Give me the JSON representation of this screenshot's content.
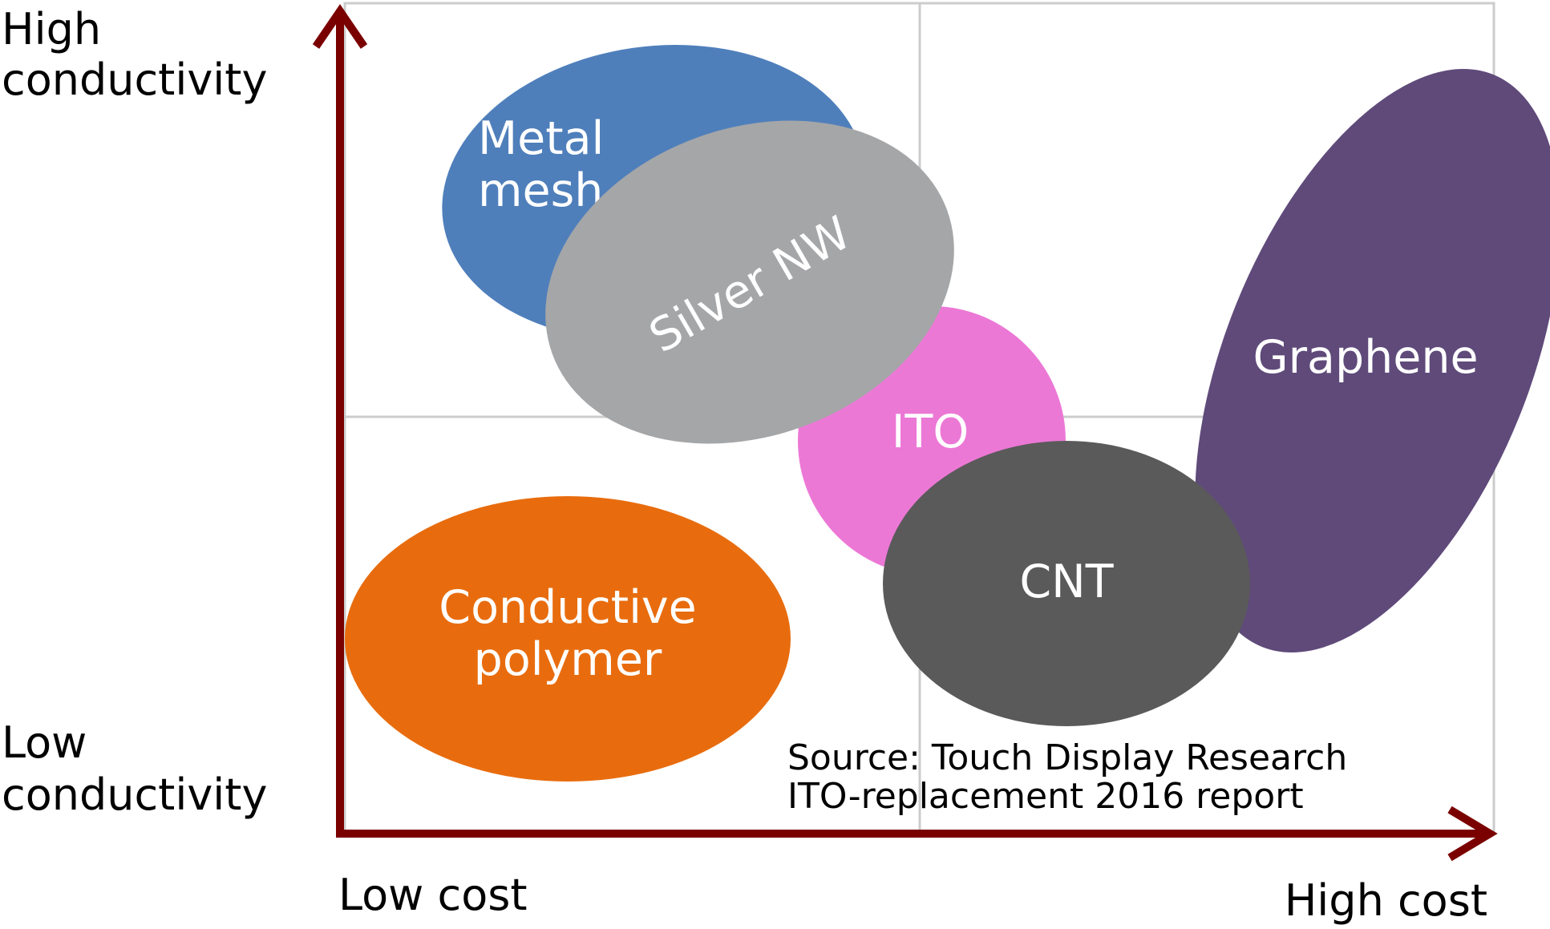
{
  "axes": {
    "y_top_line1": "High",
    "y_top_line2": "conductivity",
    "y_bottom_line1": "Low",
    "y_bottom_line2": "conductivity",
    "x_left": "Low cost",
    "x_right": "High cost"
  },
  "source": {
    "line1": "Source: Touch Display Research",
    "line2": "ITO-replacement 2016 report"
  },
  "materials": {
    "metal_mesh": {
      "line1": "Metal",
      "line2": "mesh",
      "color": "#4f7fbb"
    },
    "silver_nw": {
      "label": "Silver NW",
      "color": "#a5a6a8"
    },
    "ito": {
      "label": "ITO",
      "color": "#ec78d6"
    },
    "cnt": {
      "label": "CNT",
      "color": "#5a5a5a"
    },
    "graphene": {
      "label": "Graphene",
      "color": "#5f4a7a"
    },
    "conductive_polymer": {
      "line1": "Conductive",
      "line2": "polymer",
      "color": "#e86c0e"
    }
  },
  "colors": {
    "axis": "#7a0000",
    "grid": "#cccccc"
  }
}
